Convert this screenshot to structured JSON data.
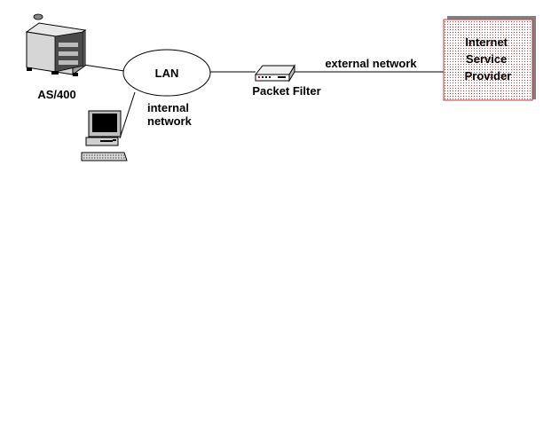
{
  "diagram": {
    "nodes": {
      "as400": {
        "label": "AS/400",
        "icon": "server-tower-icon"
      },
      "workstation": {
        "icon": "workstation-pc-icon"
      },
      "lan": {
        "label": "LAN"
      },
      "packet_filter": {
        "label": "Packet Filter",
        "icon": "packet-filter-icon"
      },
      "isp": {
        "label_lines": [
          "Internet",
          "Service",
          "Provider"
        ],
        "fill_color": "#e8b4b4",
        "border_color": "#cc3333"
      }
    },
    "edge_labels": {
      "internal": [
        "internal",
        "network"
      ],
      "external": "external network"
    }
  }
}
